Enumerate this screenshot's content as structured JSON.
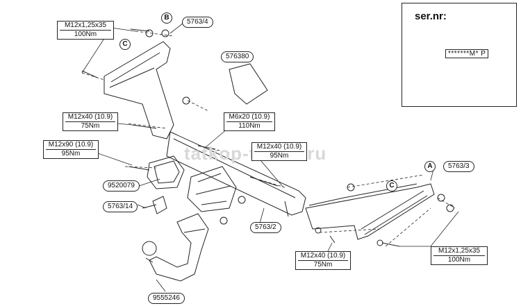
{
  "watermark": "tatkop-tester.ru",
  "specs": {
    "top_bolt": {
      "size": "M12x1,25x35",
      "torque": "100Nm"
    },
    "left_mid_bolt": {
      "size": "M12x40 (10.9)",
      "torque": "75Nm"
    },
    "left_long_bolt": {
      "size": "M12x90 (10.9)",
      "torque": "95Nm"
    },
    "center_bolt": {
      "size": "M6x20 (10.9)",
      "torque": "110Nm"
    },
    "right_mid_bolt": {
      "size": "M12x40 (10.9)",
      "torque": "95Nm"
    },
    "bottom_mid_bolt": {
      "size": "M12x40 (10.9)",
      "torque": "75Nm"
    },
    "bottom_right_bolt": {
      "size": "M12x1,25x35",
      "torque": "100Nm"
    }
  },
  "callouts": {
    "bracket_left": "5763/4",
    "bracket_right": "5763/3",
    "crossbar": "5763/2",
    "plate": "5763/14",
    "socket": "9520079",
    "ball": "9555246",
    "sticker": "576380"
  },
  "circle_labels": {
    "b": "B",
    "c_left": "C",
    "c_right": "C",
    "a": "A"
  },
  "panel": {
    "title": "ser.nr:",
    "serial": "*******M* P"
  }
}
